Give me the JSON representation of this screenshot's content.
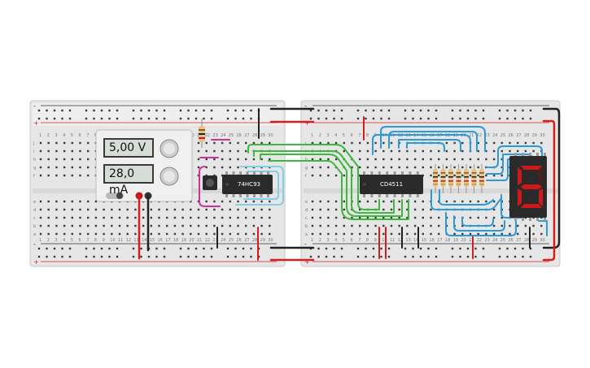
{
  "canvas": {
    "background": "#ffffff"
  },
  "power_supply": {
    "voltage_readout": "5,00 V",
    "current_readout": "28,0 mA"
  },
  "chips": {
    "counter_label": "74HC93",
    "decoder_label": "CD4511"
  },
  "breadboard_left": {
    "column_numbers": [
      "1",
      "2",
      "3",
      "4",
      "5",
      "6",
      "7",
      "8",
      "9",
      "10",
      "11",
      "12",
      "13",
      "14",
      "15",
      "16",
      "17",
      "18",
      "19",
      "20",
      "21",
      "22",
      "23",
      "24",
      "25",
      "26",
      "27",
      "28",
      "29",
      "30"
    ],
    "row_letters_top": [
      "j",
      "i",
      "h",
      "g",
      "f"
    ],
    "row_letters_bottom": [
      "e",
      "d",
      "c",
      "b",
      "a"
    ]
  },
  "breadboard_right": {
    "column_numbers": [
      "1",
      "2",
      "3",
      "4",
      "5",
      "6",
      "7",
      "8",
      "9",
      "10",
      "11",
      "12",
      "13",
      "14",
      "15",
      "16",
      "17",
      "18",
      "19",
      "20",
      "21",
      "22",
      "23",
      "24",
      "25",
      "26",
      "27",
      "28",
      "29",
      "30"
    ],
    "row_letters_top": [
      "j",
      "i",
      "h",
      "g",
      "f"
    ],
    "row_letters_bottom": [
      "e",
      "d",
      "c",
      "b",
      "a"
    ]
  },
  "rail_signs": {
    "minus": "-",
    "plus": "+"
  },
  "seven_segment": {
    "digit_shown": "6",
    "segment_color": "#d01818"
  },
  "colors": {
    "wire_green": "#3cb83c",
    "wire_blue": "#2a9ad8",
    "wire_magenta": "#d0309a",
    "wire_red": "#d41e1e",
    "wire_black": "#222222",
    "wire_cyan": "#7fd0e8"
  }
}
